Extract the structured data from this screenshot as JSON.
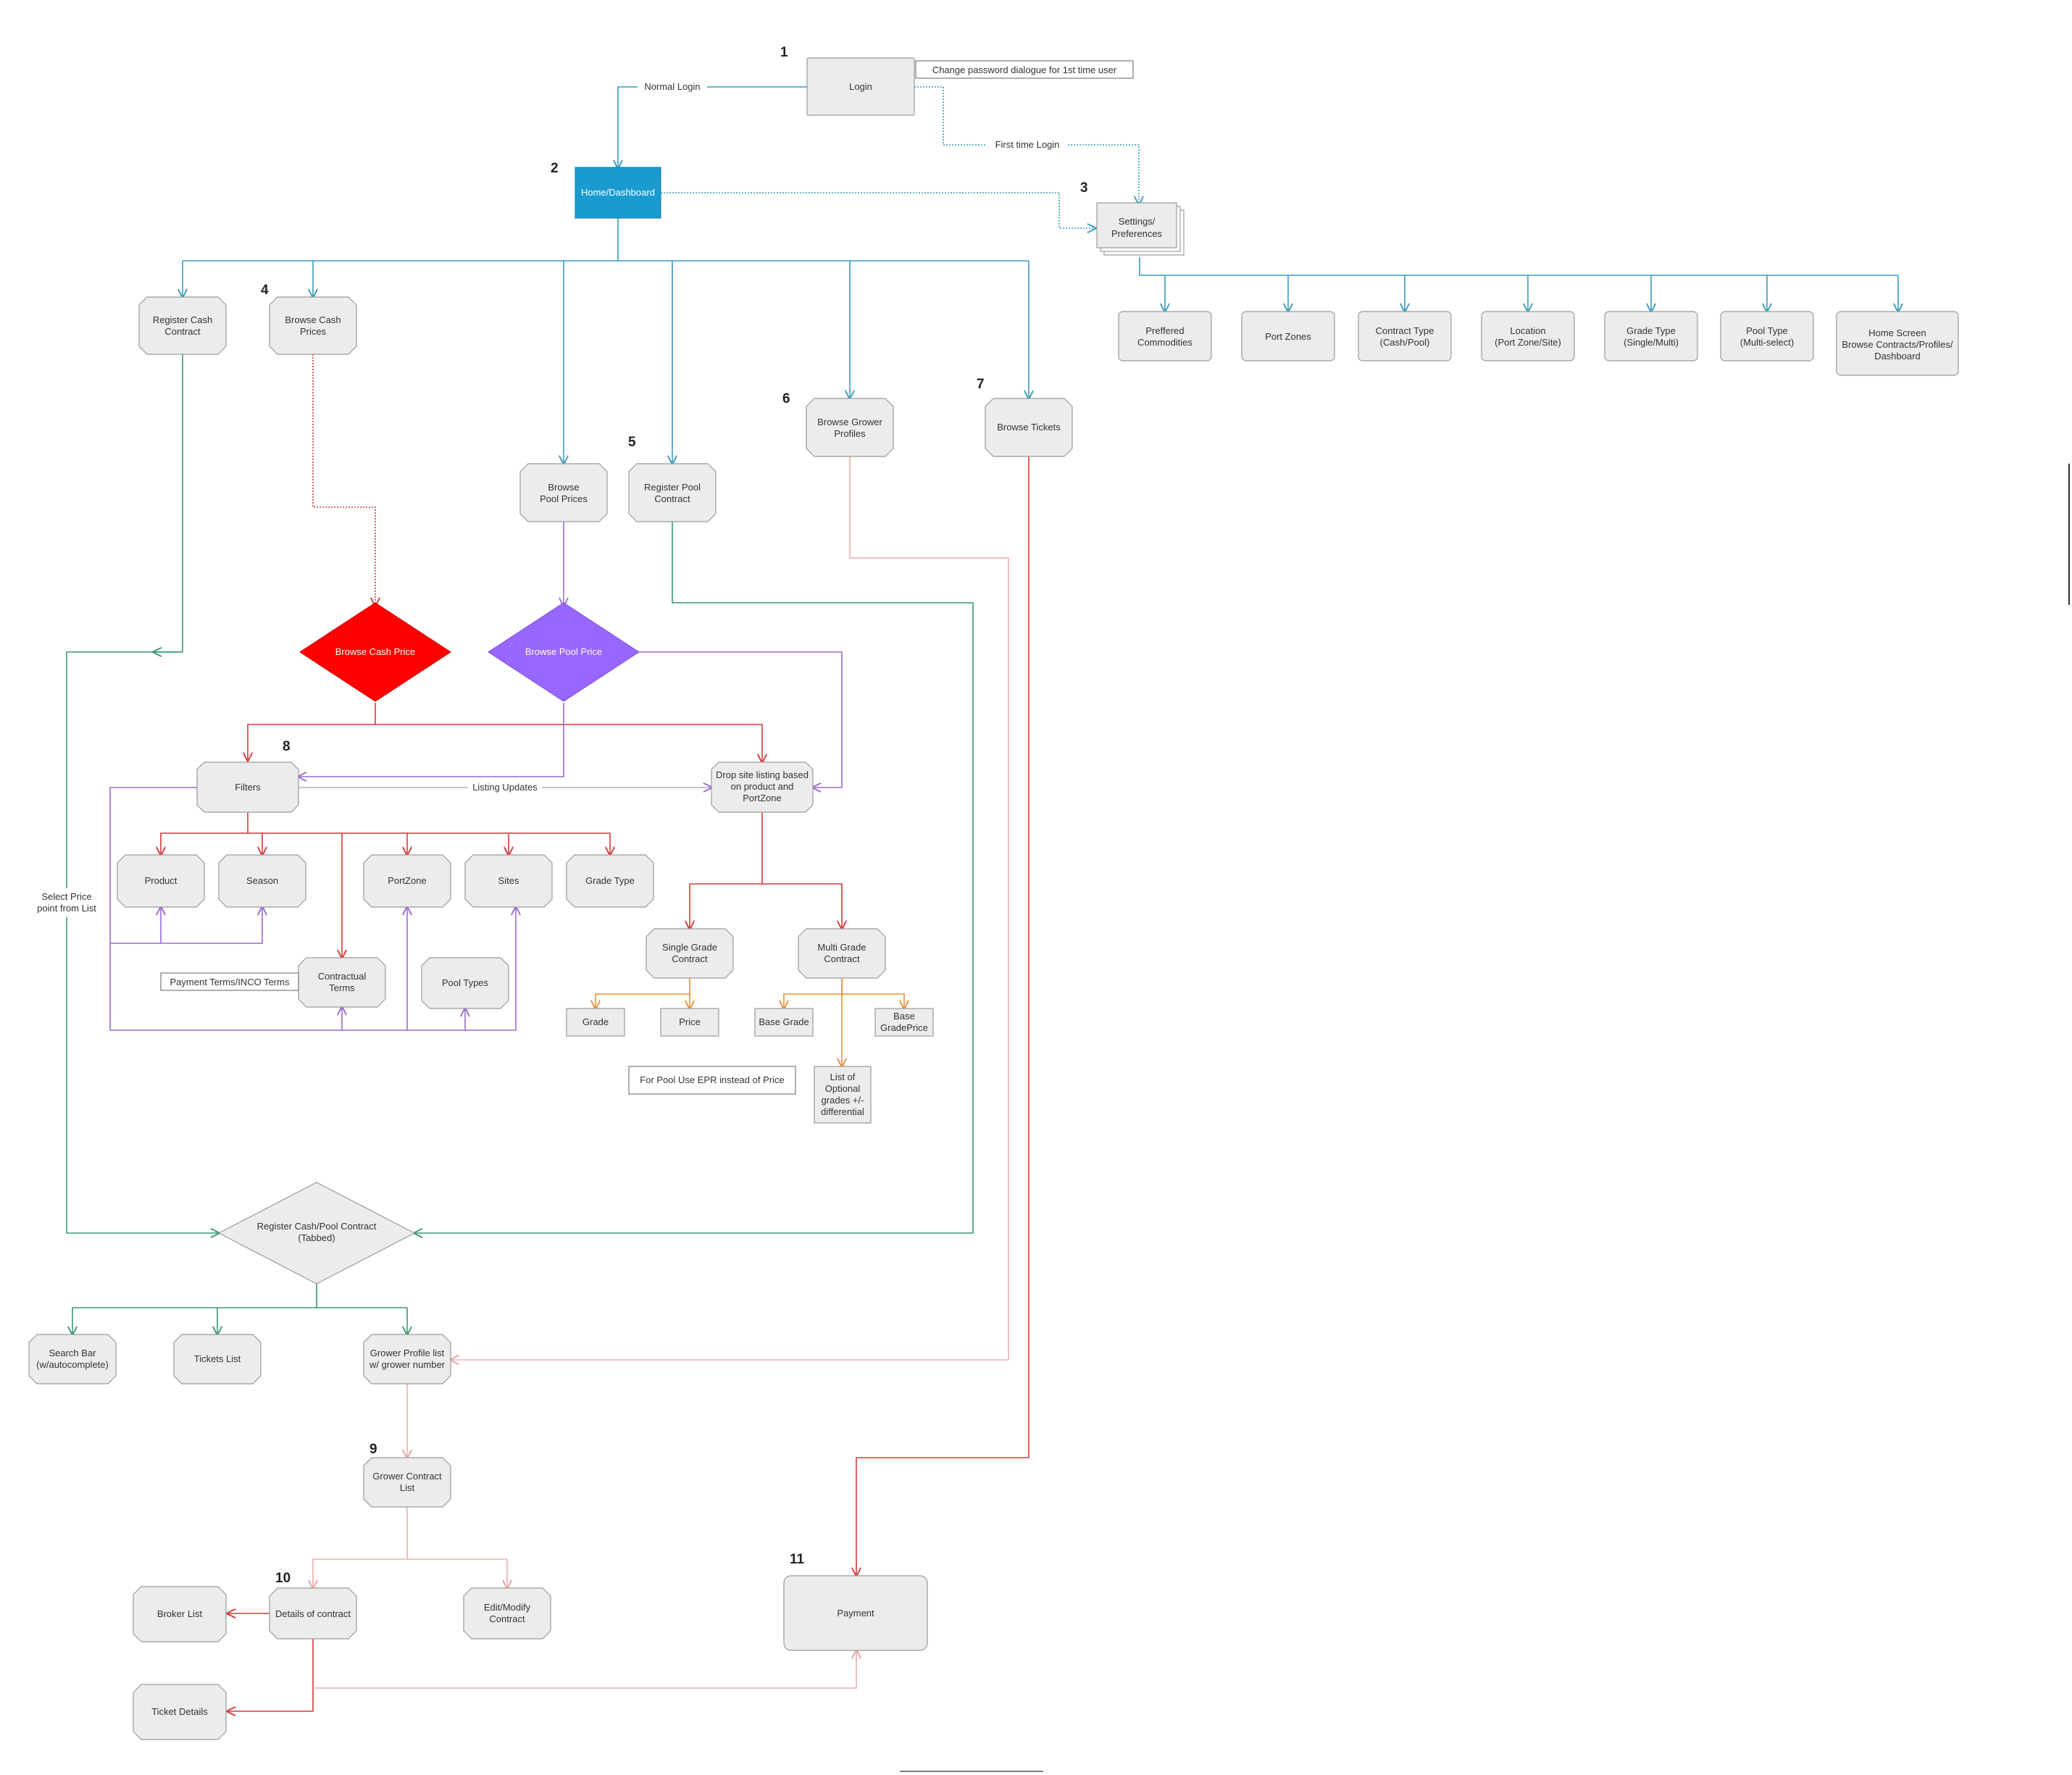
{
  "numbers": [
    "1",
    "2",
    "3",
    "4",
    "5",
    "6",
    "7",
    "8",
    "9",
    "10",
    "11"
  ],
  "nodes": {
    "login": "Login",
    "home_dashboard": "Home/Dashboard",
    "settings": [
      "Settings/",
      "Preferences"
    ],
    "preferred_commodities": [
      "Preffered",
      "Commodities"
    ],
    "port_zones": "Port Zones",
    "contract_type": [
      "Contract Type",
      "(Cash/Pool)"
    ],
    "location": [
      "Location",
      "(Port Zone/Site)"
    ],
    "grade_type_setting": [
      "Grade Type",
      "(Single/Multi)"
    ],
    "pool_type": [
      "Pool Type",
      "(Multi-select)"
    ],
    "home_screen": [
      "Home Screen",
      "Browse Contracts/Profiles/",
      "Dashboard"
    ],
    "register_cash_contract": [
      "Register Cash",
      "Contract"
    ],
    "browse_cash_prices": [
      "Browse Cash",
      "Prices"
    ],
    "browse_pool_prices": [
      "Browse",
      "Pool Prices"
    ],
    "register_pool_contract": [
      "Register Pool",
      "Contract"
    ],
    "browse_grower_profiles": [
      "Browse Grower",
      "Profiles"
    ],
    "browse_tickets": "Browse Tickets",
    "browse_cash_price": "Browse Cash Price",
    "browse_pool_price": "Browse Pool Price",
    "filters": "Filters",
    "drop_site_listing": [
      "Drop site listing based",
      "on product and",
      "PortZone"
    ],
    "product": "Product",
    "season": "Season",
    "portzone": "PortZone",
    "sites": "Sites",
    "grade_type": "Grade Type",
    "contractual_terms": [
      "Contractual",
      "Terms"
    ],
    "pool_types": "Pool Types",
    "single_grade_contract": [
      "Single Grade",
      "Contract"
    ],
    "multi_grade_contract": [
      "Multi Grade",
      "Contract"
    ],
    "grade": "Grade",
    "price": "Price",
    "base_grade": "Base Grade",
    "base_grade_price": [
      "Base",
      "GradePrice"
    ],
    "optional_grades": [
      "List of",
      "Optional",
      "grades +/-",
      "differential"
    ],
    "register_cash_pool_contract": [
      "Register Cash/Pool Contract",
      "(Tabbed)"
    ],
    "search_bar": [
      "Search Bar",
      "(w/autocomplete)"
    ],
    "tickets_list": "Tickets List",
    "grower_profile_list": [
      "Grower Profile list",
      "w/ grower number"
    ],
    "grower_contract_list": [
      "Grower Contract",
      "List"
    ],
    "broker_list": "Broker List",
    "details_of_contract": "Details of contract",
    "edit_modify_contract": [
      "Edit/Modify",
      "Contract"
    ],
    "ticket_details": "Ticket Details",
    "payment": "Payment"
  },
  "notes": {
    "change_password": "Change password dialogue for 1st time user",
    "payment_terms": "Payment Terms/INCO Terms",
    "pool_epr": "For Pool Use EPR instead of Price"
  },
  "edge_labels": {
    "normal_login": "Normal Login",
    "first_time_login": "First time Login",
    "listing_updates": "Listing Updates",
    "select_price": [
      "Select Price",
      "point from List"
    ]
  },
  "colors": {
    "teal": "#3a9bbd",
    "green": "#3a9a6e",
    "red": "#d33a3a",
    "purple": "#9a6ad0",
    "orange": "#e8913a",
    "pink": "#e8b0b0",
    "home_fill": "#1a9bd0",
    "cash_diamond": "#ff0000",
    "pool_diamond": "#9966ff",
    "node_fill": "#ececec"
  }
}
